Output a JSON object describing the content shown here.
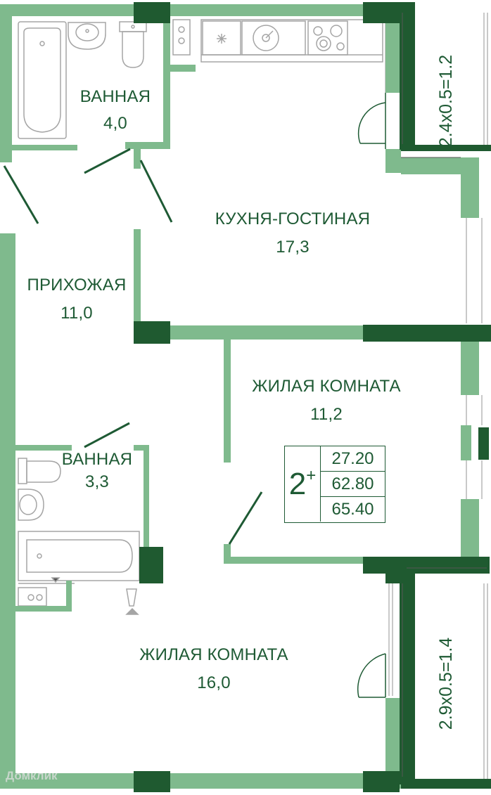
{
  "colors": {
    "wall_light": "#7fba8d",
    "wall_dark": "#1f5a30",
    "fixture": "#a5a5a5",
    "text": "#1e5a34"
  },
  "rooms": {
    "bath_top": {
      "name": "ВАННАЯ",
      "area": "4,0"
    },
    "kitchen_living": {
      "name": "КУХНЯ-ГОСТИНАЯ",
      "area": "17,3"
    },
    "hallway": {
      "name": "ПРИХОЖАЯ",
      "area": "11,0"
    },
    "living_mid": {
      "name": "ЖИЛАЯ КОМНАТА",
      "area": "11,2"
    },
    "bath_bottom": {
      "name": "ВАННАЯ",
      "area": "3,3"
    },
    "living_bottom": {
      "name": "ЖИЛАЯ КОМНАТА",
      "area": "16,0"
    }
  },
  "balconies": {
    "top": "2.4x0.5=1.2",
    "bottom": "2.9x0.5=1.4"
  },
  "summary": {
    "type": "2",
    "type_suffix": "+",
    "living_area": "27.20",
    "total_area": "62.80",
    "total_with_balcony": "65.40"
  },
  "watermark": "Домклик"
}
